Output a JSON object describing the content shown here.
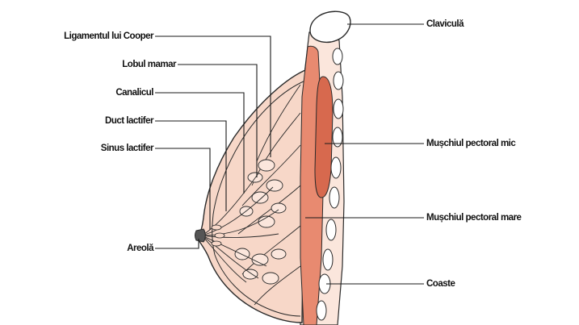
{
  "colors": {
    "skin": "#f7d7c8",
    "skin_light": "#fbe6dc",
    "muscle": "#e88a70",
    "muscle_dark": "#d7694e",
    "outline": "#2a2a2a",
    "bone": "#ffffff",
    "areola": "#555555",
    "leader": "#1a1a1a"
  },
  "labels": {
    "left": {
      "cooper": "Ligamentul lui Cooper",
      "lobul": "Lobul mamar",
      "canalicul": "Canalicul",
      "duct": "Duct lactifer",
      "sinus": "Sinus lactifer",
      "areola": "Areolă"
    },
    "right": {
      "clavicula": "Claviculă",
      "pectoral_mic": "Mușchiul pectoral mic",
      "pectoral_mare": "Mușchiul pectoral mare",
      "coaste": "Coaste"
    }
  }
}
